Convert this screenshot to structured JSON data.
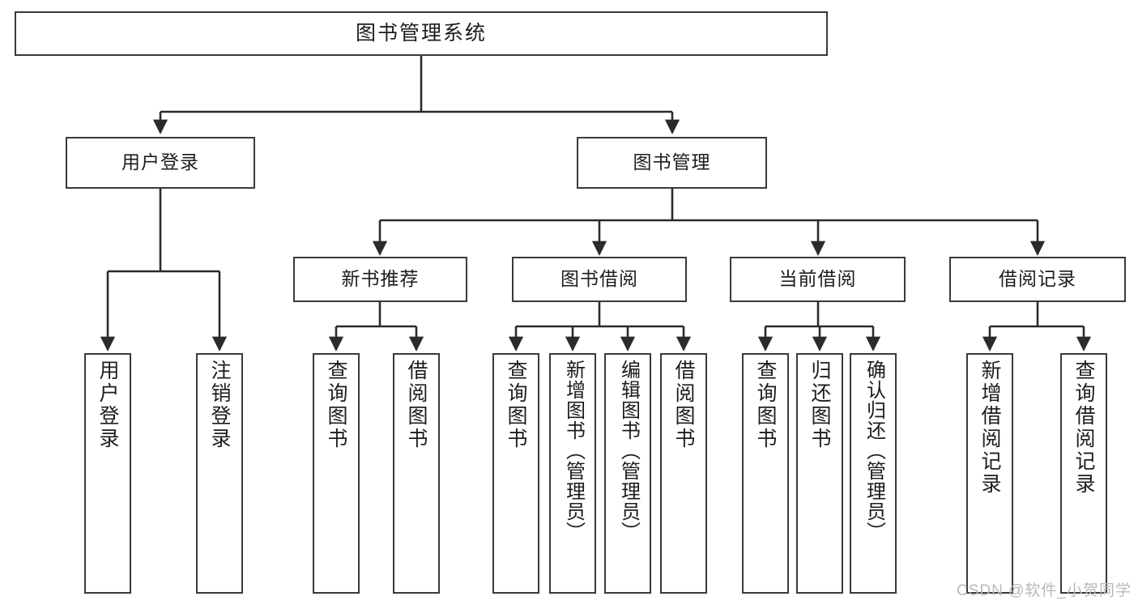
{
  "diagram": {
    "title": "图书管理系统",
    "type": "hierarchy-tree",
    "levels": 4,
    "colors": {
      "node_border": "#3a3a3a",
      "node_fill": "#ffffff",
      "edge": "#2b2b2b",
      "text": "#1d1d1d",
      "watermark": "#b9b9b9",
      "background": "#ffffff"
    },
    "root": {
      "label": "图书管理系统"
    },
    "level2": [
      {
        "id": "user-login",
        "label": "用户登录"
      },
      {
        "id": "book-manage",
        "label": "图书管理"
      }
    ],
    "level3": [
      {
        "id": "new-book-recommend",
        "label": "新书推荐"
      },
      {
        "id": "book-borrow",
        "label": "图书借阅"
      },
      {
        "id": "current-borrow",
        "label": "当前借阅"
      },
      {
        "id": "borrow-record",
        "label": "借阅记录"
      }
    ],
    "leaves": {
      "user_login": [
        {
          "id": "leaf-user-login",
          "label": "用户登录"
        },
        {
          "id": "leaf-logout-login",
          "label": "注销登录"
        }
      ],
      "new_book_recommend": [
        {
          "id": "leaf-query-book-1",
          "label": "查询图书"
        },
        {
          "id": "leaf-borrow-book-1",
          "label": "借阅图书"
        }
      ],
      "book_borrow": [
        {
          "id": "leaf-query-book-2",
          "label": "查询图书"
        },
        {
          "id": "leaf-add-book",
          "label": "新增图书（管理员）"
        },
        {
          "id": "leaf-edit-book",
          "label": "编辑图书（管理员）"
        },
        {
          "id": "leaf-borrow-book-2",
          "label": "借阅图书"
        }
      ],
      "current_borrow": [
        {
          "id": "leaf-query-book-3",
          "label": "查询图书"
        },
        {
          "id": "leaf-return-book",
          "label": "归还图书"
        },
        {
          "id": "leaf-confirm-return",
          "label": "确认归还（管理员）"
        }
      ],
      "borrow_record": [
        {
          "id": "leaf-add-record",
          "label": "新增借阅记录"
        },
        {
          "id": "leaf-query-record",
          "label": "查询借阅记录"
        }
      ]
    }
  },
  "watermark": {
    "text": "CSDN @软件_小贺同学"
  }
}
